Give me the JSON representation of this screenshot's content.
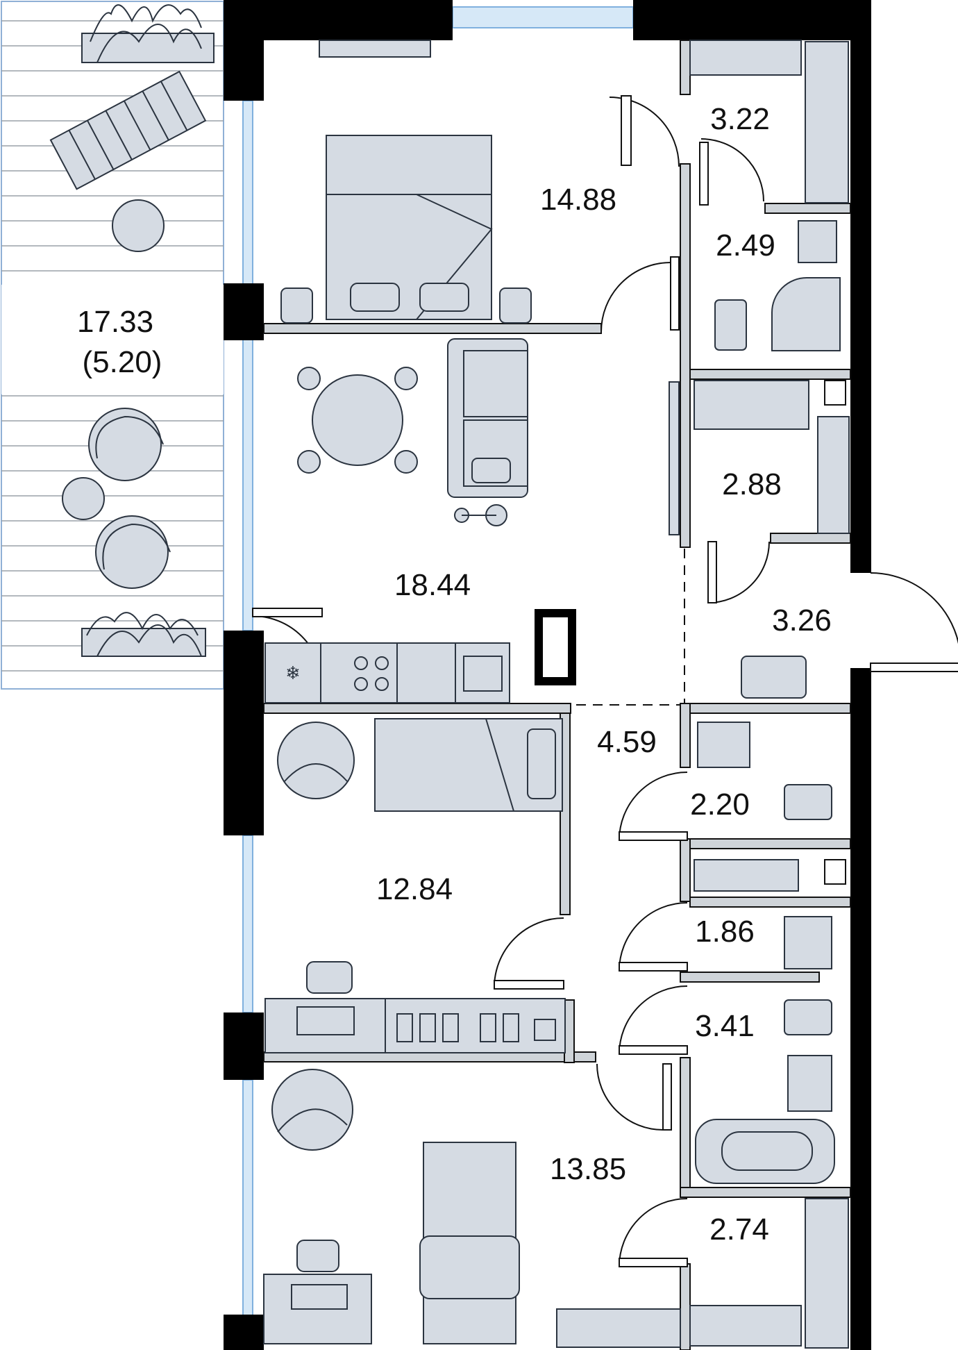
{
  "plan": {
    "background_color": "#ffffff",
    "wall_color": "#000000",
    "furniture_color": "#d5dbe3",
    "glass_color": "#d6e8f7"
  },
  "rooms": {
    "balcony": {
      "area": "17.33",
      "area_reduced": "(5.20)"
    },
    "bedroom_master": {
      "area": "14.88"
    },
    "living_kitchen": {
      "area": "18.44"
    },
    "wardrobe_top": {
      "area": "3.22"
    },
    "bathroom_top": {
      "area": "2.49"
    },
    "wardrobe_mid": {
      "area": "2.88"
    },
    "entry_hall": {
      "area": "3.26"
    },
    "corridor": {
      "area": "4.59"
    },
    "wc": {
      "area": "2.20"
    },
    "laundry": {
      "area": "1.86"
    },
    "bathroom_bottom": {
      "area": "3.41"
    },
    "bedroom_middle": {
      "area": "12.84"
    },
    "bedroom_bottom": {
      "area": "13.85"
    },
    "wardrobe_bottom": {
      "area": "2.74"
    }
  }
}
